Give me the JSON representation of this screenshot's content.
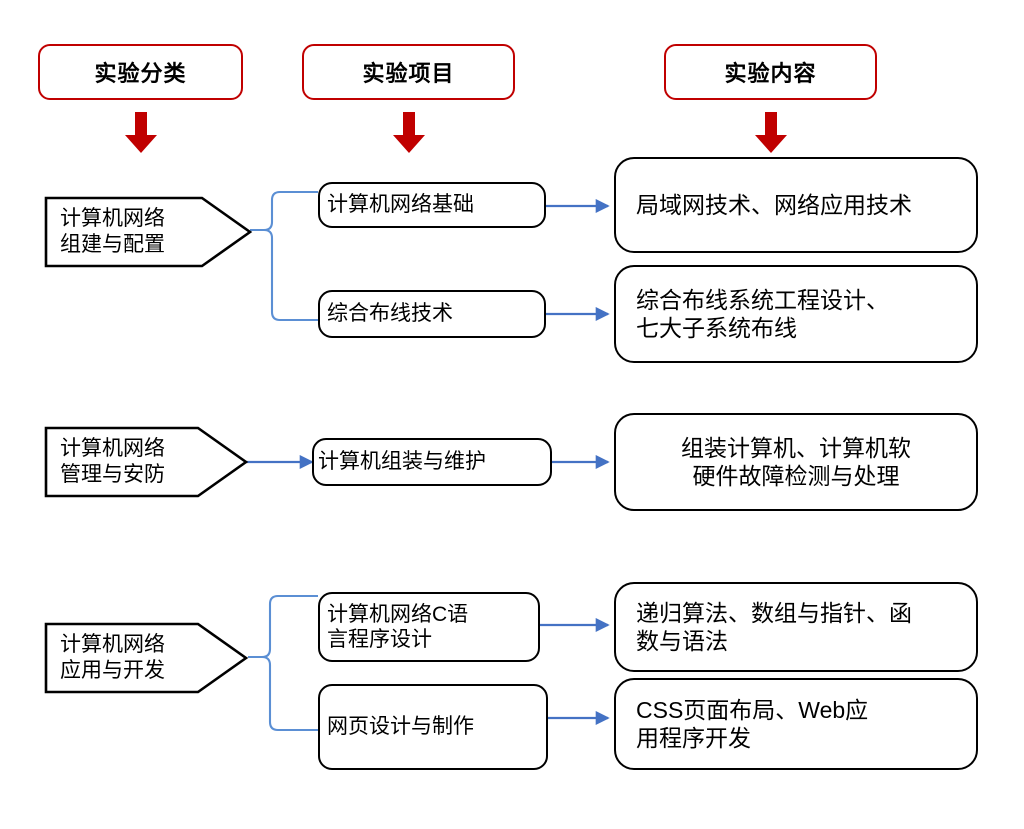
{
  "diagram": {
    "title_columns": [
      {
        "id": "col-category",
        "label": "实验分类"
      },
      {
        "id": "col-project",
        "label": "实验项目"
      },
      {
        "id": "col-content",
        "label": "实验内容"
      }
    ],
    "colors": {
      "header_border": "#C00000",
      "header_arrow": "#C00000",
      "node_border": "#000000",
      "connector": "#5B8FD4",
      "arrow": "#4472C4",
      "text": "#000000",
      "background": "#FFFFFF"
    },
    "groups": [
      {
        "id": "group-network-build",
        "category": "计算机网络\n组建与配置",
        "connector": "brace",
        "rows": [
          {
            "project": "计算机网络基础",
            "content": "局域网技术、网络应用技术"
          },
          {
            "project": "综合布线技术",
            "content": "综合布线系统工程设计、\n七大子系统布线"
          }
        ]
      },
      {
        "id": "group-network-manage",
        "category": "计算机网络\n管理与安防",
        "connector": "arrow",
        "rows": [
          {
            "project": "计算机组装与维护",
            "content": "组装计算机、计算机软\n硬件故障检测与处理"
          }
        ]
      },
      {
        "id": "group-network-app",
        "category": "计算机网络\n应用与开发",
        "connector": "brace",
        "rows": [
          {
            "project": "计算机网络C语\n言程序设计",
            "content": "递归算法、数组与指针、函\n数与语法"
          },
          {
            "project": "网页设计与制作",
            "content": "CSS页面布局、Web应\n用程序开发"
          }
        ]
      }
    ]
  }
}
